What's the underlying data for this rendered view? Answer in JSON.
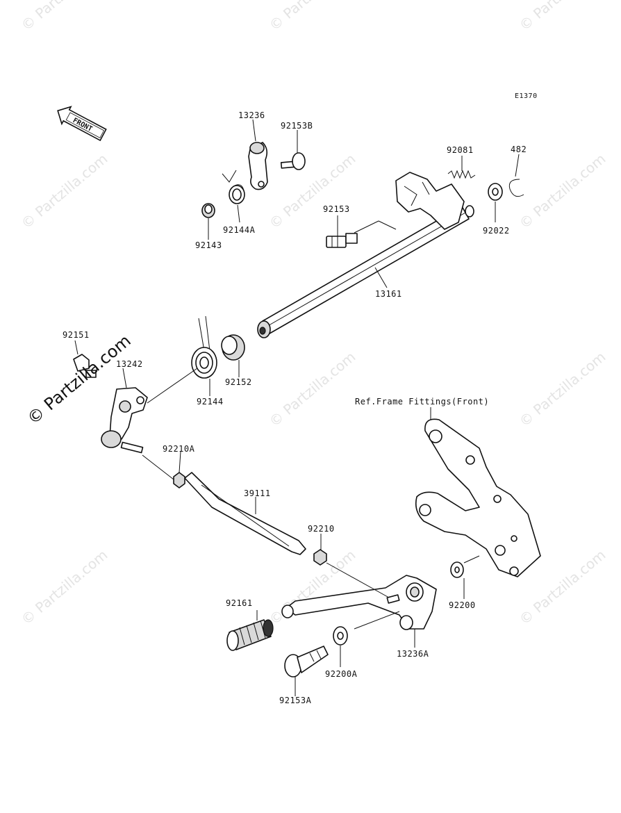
{
  "diagram_code": "E1370",
  "front_arrow_label": "FRONT",
  "reference_label": "Ref.Frame Fittings(Front)",
  "watermark": {
    "text": "© Partzilla.com",
    "primary_text": "© Partzilla.com"
  },
  "parts": [
    {
      "id": "p13236",
      "number": "13236"
    },
    {
      "id": "p92153B",
      "number": "92153B"
    },
    {
      "id": "p92144A",
      "number": "92144A"
    },
    {
      "id": "p92143",
      "number": "92143"
    },
    {
      "id": "p92081",
      "number": "92081"
    },
    {
      "id": "p482",
      "number": "482"
    },
    {
      "id": "p92022",
      "number": "92022"
    },
    {
      "id": "p92153",
      "number": "92153"
    },
    {
      "id": "p13161",
      "number": "13161"
    },
    {
      "id": "p92151",
      "number": "92151"
    },
    {
      "id": "p13242",
      "number": "13242"
    },
    {
      "id": "p92152",
      "number": "92152"
    },
    {
      "id": "p92144",
      "number": "92144"
    },
    {
      "id": "p92210A",
      "number": "92210A"
    },
    {
      "id": "p39111",
      "number": "39111"
    },
    {
      "id": "p92210",
      "number": "92210"
    },
    {
      "id": "p92161",
      "number": "92161"
    },
    {
      "id": "p92200",
      "number": "92200"
    },
    {
      "id": "p13236A",
      "number": "13236A"
    },
    {
      "id": "p92200A",
      "number": "92200A"
    },
    {
      "id": "p92153A",
      "number": "92153A"
    }
  ]
}
